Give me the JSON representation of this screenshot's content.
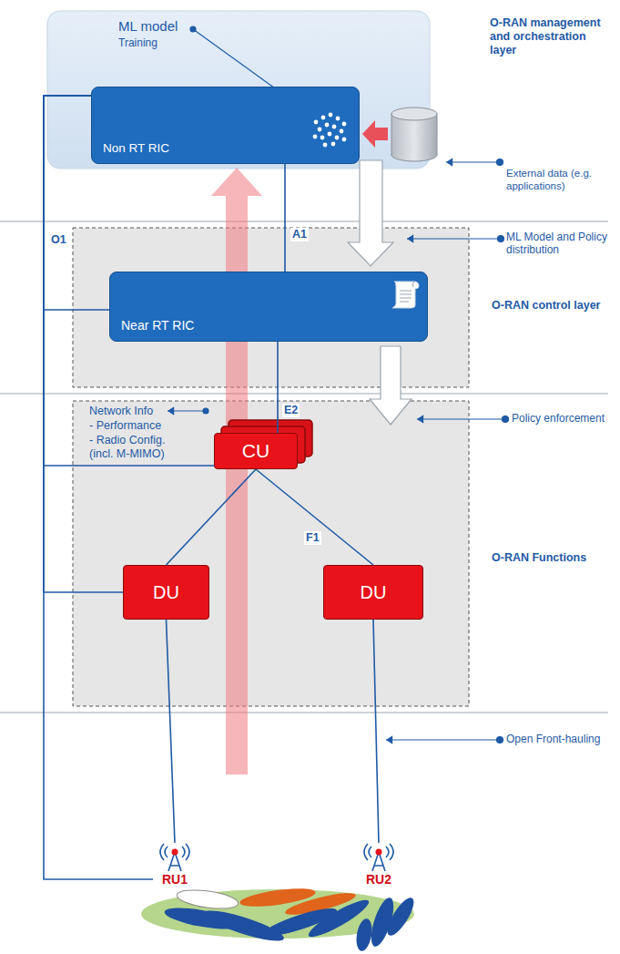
{
  "diagram": {
    "nodes": [
      {
        "text": [
          "Non RT RIC"
        ]
      },
      {
        "text": [
          "Near RT RIC"
        ]
      },
      {
        "text": [
          "CU"
        ]
      },
      {
        "text": [
          "DU"
        ]
      },
      {
        "text": [
          "DU"
        ]
      },
      {
        "text": [
          "RU1"
        ]
      },
      {
        "text": [
          "RU2"
        ]
      }
    ],
    "edges": [
      {
        "from": 0,
        "to": 1,
        "arrow": "none",
        "label": "A1"
      },
      {
        "from": 1,
        "to": 2,
        "arrow": "none",
        "label": "E2"
      },
      {
        "from": 2,
        "to": 3,
        "arrow": "none"
      },
      {
        "from": 2,
        "to": 4,
        "arrow": "none",
        "label": "F1"
      },
      {
        "from": 3,
        "to": 5,
        "arrow": "none"
      },
      {
        "from": 4,
        "to": 6,
        "arrow": "none"
      },
      {
        "from": 0,
        "to": 1,
        "arrow": "none",
        "label": "O1"
      },
      {
        "from": 0,
        "to": 2,
        "arrow": "none"
      },
      {
        "from": 0,
        "to": 3,
        "arrow": "none"
      },
      {
        "from": 0,
        "to": 5,
        "arrow": "none"
      }
    ],
    "labels": [
      "ML model",
      "Training",
      "O-RAN management and orchestration layer",
      "External data (e.g. applications)",
      "ML Model and Policy distribution",
      "O-RAN control layer",
      "Network Info",
      "- Performance",
      "- Radio Config. (incl. M-MIMO)",
      "Policy enforcement",
      "O-RAN Functions",
      "Open Front-hauling"
    ]
  }
}
